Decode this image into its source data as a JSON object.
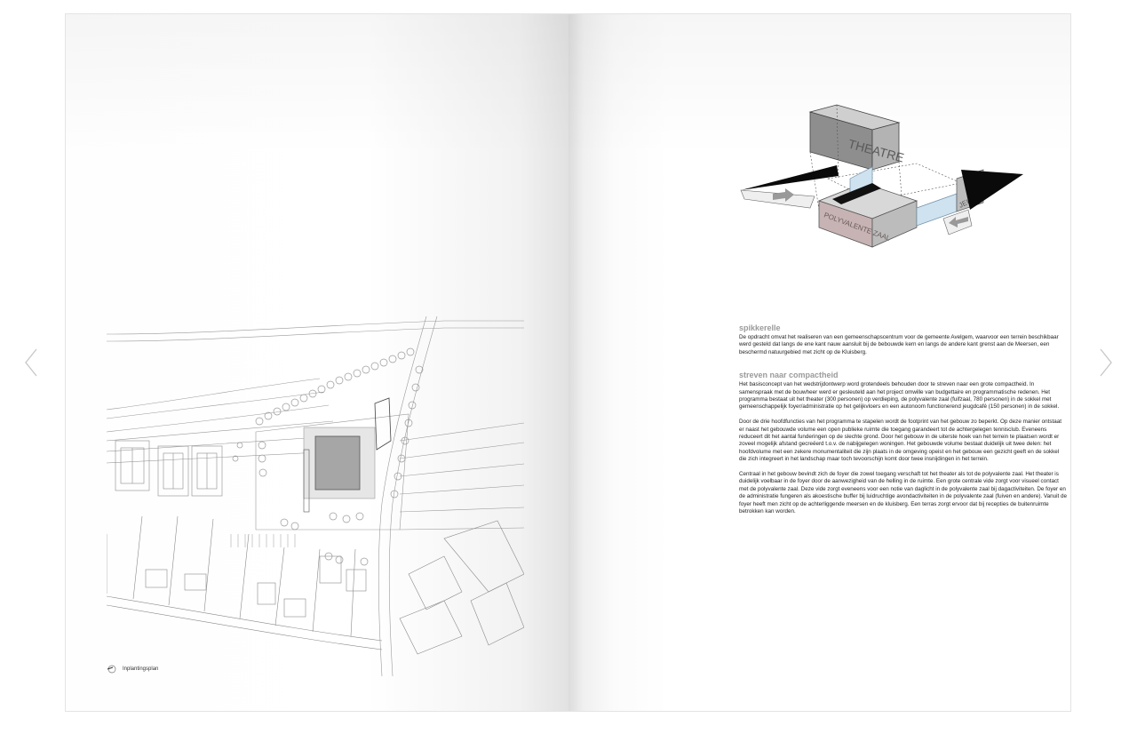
{
  "caption": "Inplantingsplan",
  "diagram": {
    "labels": [
      "THEATRE",
      "JEUGDCAFÉ",
      "POLYVALENTE ZAAL"
    ]
  },
  "article": {
    "sections": [
      {
        "heading": "spikkerelle",
        "paragraphs": [
          "De opdracht omvat het realiseren van een gemeenschapscentrum voor de gemeente Avelgem, waarvoor een terrein beschikbaar werd gesteld dat langs de ene kant nauw aansluit bij de bebouwde kern en langs de andere kant grenst aan de Meersen, een beschermd natuurgebied met zicht op de Kluisberg."
        ]
      },
      {
        "heading": "streven naar compactheid",
        "paragraphs": [
          "Het basisconcept van het wedstrijdontwerp word grotendeels behouden door te streven naar een grote compactheid. In samenspraak met de bouwheer werd er gesleuteld aan het project omwille van budgettaire en programmatische redenen. Het programma bestaat uit het theater (300 personen) op verdieping, de polyvalente zaal (fuifzaal, 780 personen) in de sokkel met gemeenschappelijk foyer/administratie op het gelijkvloers en een autonoom functionerend jeugdcafé (150 personen) in de sokkel.",
          "Door de drie hoofdfuncties van het programma te stapelen wordt de footprint van het gebouw zo beperkt. Op deze manier ontstaat er naast het gebouwde volume een open publieke ruimte die toegang garandeert tot de achtergelegen tennisclub. Eveneens reduceert dit het aantal funderingen op de slechte grond. Door het gebouw in de uiterste hoek van het terrein te plaatsen wordt er zoveel mogelijk afstand gecreëerd t.o.v. de nabijgelegen woningen. Het gebouwde volume bestaat duidelijk uit twee delen: het hoofdvolume met een zekere monumentaliteit die zijn plaats in de omgeving opeist en het gebouw een gezicht geeft en de sokkel die zich integreert in het landschap maar toch tevoorschijn komt door twee insnijdingen in het terrein.",
          "Centraal in het gebouw bevindt zich de foyer die zowel toegang verschaft tot het theater als tot de polyvalente zaal. Het theater is duidelijk voelbaar in de foyer door de aanwezigheid van de helling in de ruimte. Een grote centrale vide zorgt voor visueel contact met de polyvalente zaal. Deze vide zorgt eveneens voor een notie van daglicht in de polyvalente zaal bij dagactiviteiten. De foyer en de administratie fungeren als akoestische buffer bij luidruchtige avondactiviteiten in de polyvalente zaal (fuiven en andere). Vanuit de foyer heeft men zicht op de achterliggende meersen en de kluisberg. Een terras zorgt ervoor dat bij recepties de buitenruimte betrokken kan worden."
        ]
      }
    ]
  },
  "icons": {
    "prev": "chevron-left-icon",
    "next": "chevron-right-icon",
    "north_arrow": "north-arrow-icon"
  }
}
